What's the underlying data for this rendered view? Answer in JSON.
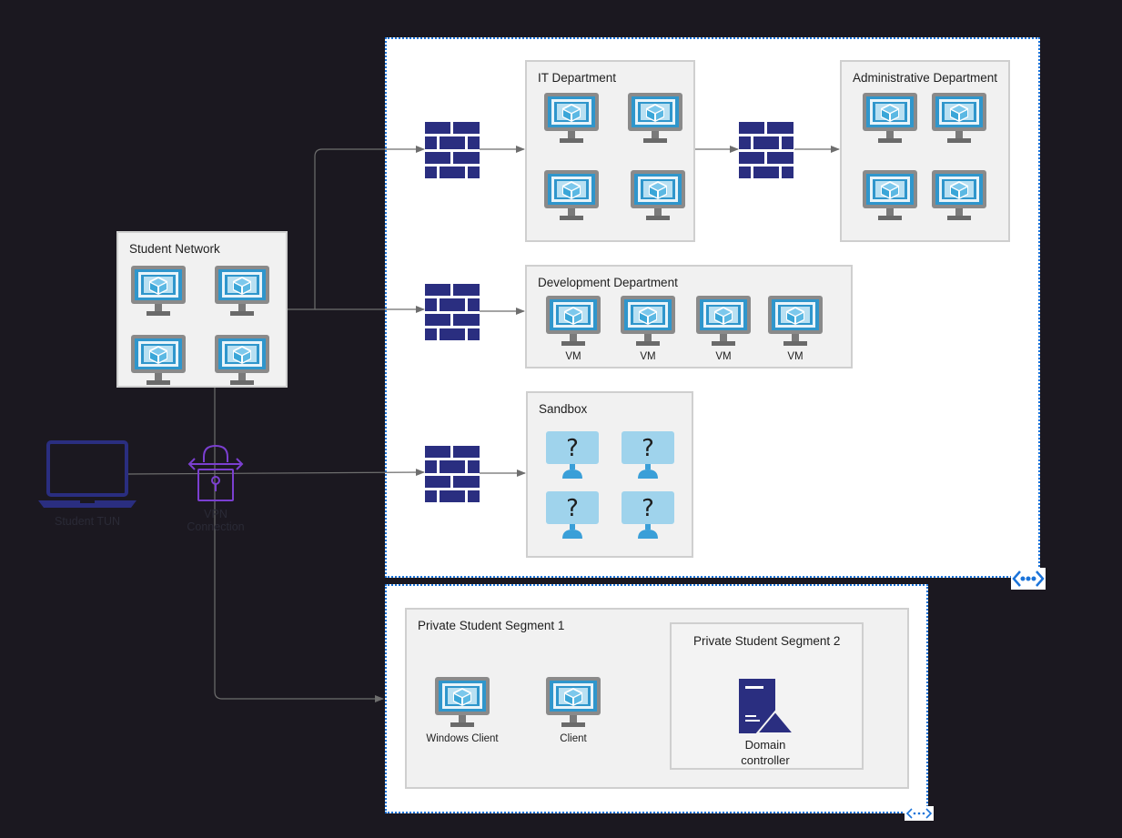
{
  "groups": {
    "student_network": "Student Network",
    "it": "IT Department",
    "admin": "Administrative Department",
    "dev": "Development Department",
    "sandbox": "Sandbox",
    "private1": "Private Student Segment 1",
    "private2": "Private Student Segment 2"
  },
  "dev_vms": [
    "VM",
    "VM",
    "VM",
    "VM"
  ],
  "sandbox_unknown_glyph": "?",
  "private_nodes": {
    "windows_client": "Windows Client",
    "client": "Client",
    "domain_controller": "Domain controller"
  },
  "laptop_label": "Student TUN",
  "vpn_label": "VPN Connection",
  "icons": {
    "vm": "virtual-machine-monitor-icon",
    "firewall": "firewall-brick-icon",
    "unknown": "unknown-device-icon",
    "laptop": "laptop-icon",
    "vpn": "vpn-lock-icon",
    "server": "server-icon",
    "vnet": "virtual-network-icon"
  },
  "colors": {
    "background": "#1b1820",
    "firewall": "#2a2e80",
    "vnet_border": "#1a73d9",
    "vpn": "#7b3fd0",
    "vm_screen": "#2b8fc6",
    "wire": "#6e6e6e"
  }
}
